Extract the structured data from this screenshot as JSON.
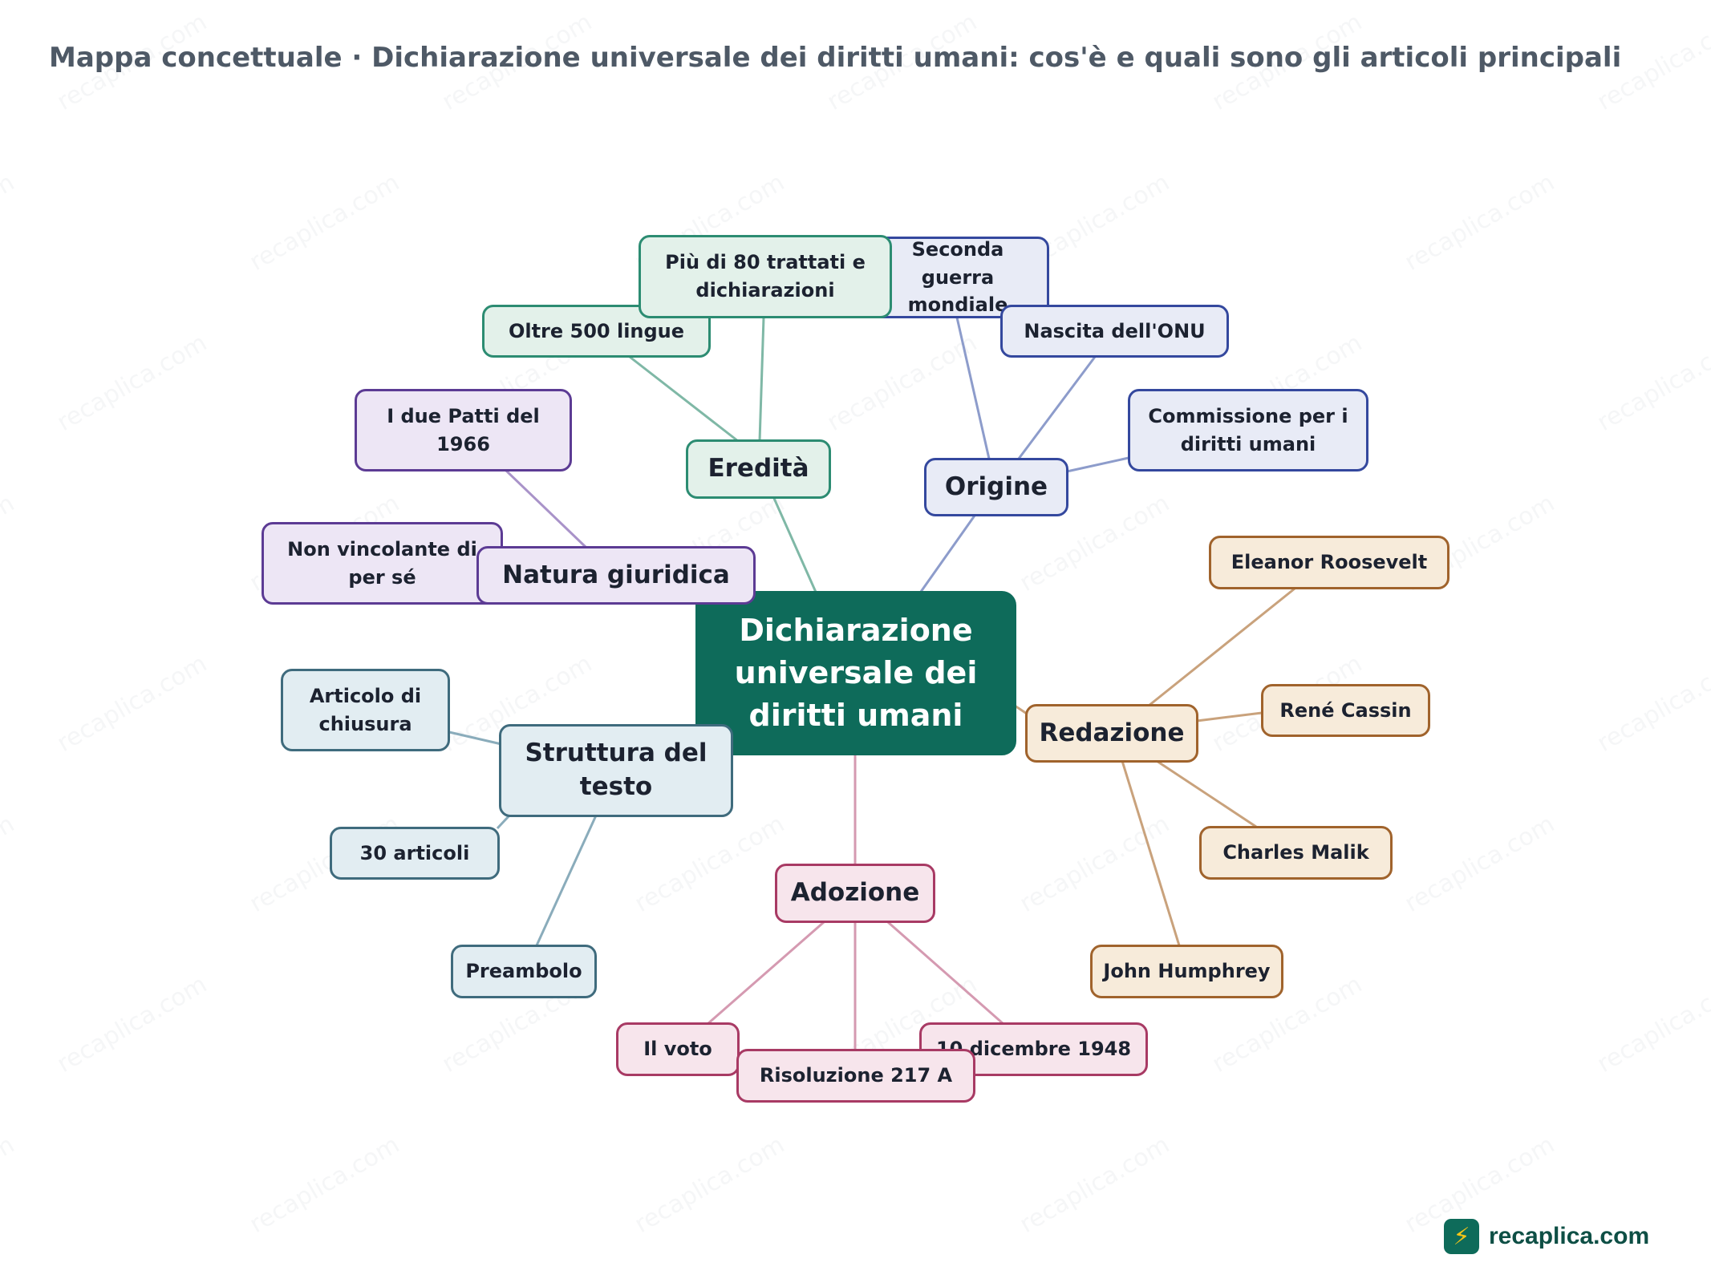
{
  "title": "Mappa concettuale · Dichiarazione universale dei diritti umani: cos'è e quali sono gli articoli principali",
  "watermark_text": "recaplica.com",
  "center": {
    "label": "Dichiarazione universale dei diritti umani"
  },
  "branches": {
    "eredita": {
      "label": "Eredità",
      "children": {
        "lingue": "Oltre 500 lingue",
        "trattati": "Più di 80 trattati e dichiarazioni"
      }
    },
    "origine": {
      "label": "Origine",
      "children": {
        "guerra": "Seconda guerra mondiale",
        "onu": "Nascita dell'ONU",
        "commissione": "Commissione per i diritti umani"
      }
    },
    "natura": {
      "label": "Natura giuridica",
      "children": {
        "patti": "I due Patti del 1966",
        "vincolante": "Non vincolante di per sé"
      }
    },
    "redazione": {
      "label": "Redazione",
      "children": {
        "roosevelt": "Eleanor Roosevelt",
        "cassin": "René Cassin",
        "malik": "Charles Malik",
        "humphrey": "John Humphrey"
      }
    },
    "struttura": {
      "label": "Struttura del testo",
      "children": {
        "chiusura": "Articolo di chiusura",
        "articoli": "30 articoli",
        "preambolo": "Preambolo"
      }
    },
    "adozione": {
      "label": "Adozione",
      "children": {
        "voto": "Il voto",
        "risoluzione": "Risoluzione 217 A",
        "data": "10 dicembre 1948"
      }
    }
  },
  "colors": {
    "center": "#0e6b5a",
    "eredita": "#2c8c72",
    "origine": "#34489e",
    "natura": "#5c3b94",
    "redazione": "#a0632c",
    "struttura": "#3f6b7d",
    "adozione": "#a83a64"
  },
  "brand": {
    "name": "recaplica.com",
    "logo_icon": "recaplica-logo-icon"
  }
}
